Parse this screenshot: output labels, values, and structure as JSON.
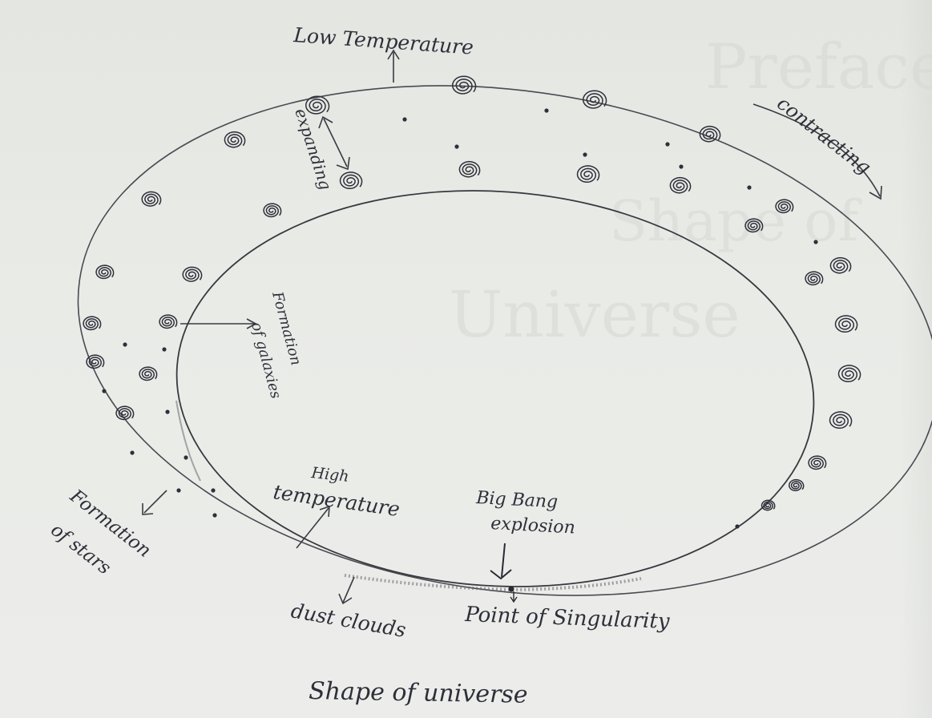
{
  "diagram": {
    "caption": "Shape of universe",
    "labels": {
      "low_temperature": "Low Temperature",
      "contracting": "contracting",
      "expanding": "expanding",
      "formation_of_galaxies_line1": "Formation",
      "formation_of_galaxies_line2": "of galaxies",
      "high_temperature_line1": "High",
      "high_temperature_line2": "temperature",
      "big_bang_line1": "Big Bang",
      "big_bang_line2": "explosion",
      "formation_of_stars_line1": "Formation",
      "formation_of_stars_line2": "of stars",
      "dust_clouds": "dust clouds",
      "point_of_singularity": "Point of Singularity"
    },
    "bleed_through_text": [
      "Preface",
      "Shape of",
      "Universe"
    ],
    "ink_color": "#2f2f3a",
    "paper_color": "#e8eae6"
  }
}
